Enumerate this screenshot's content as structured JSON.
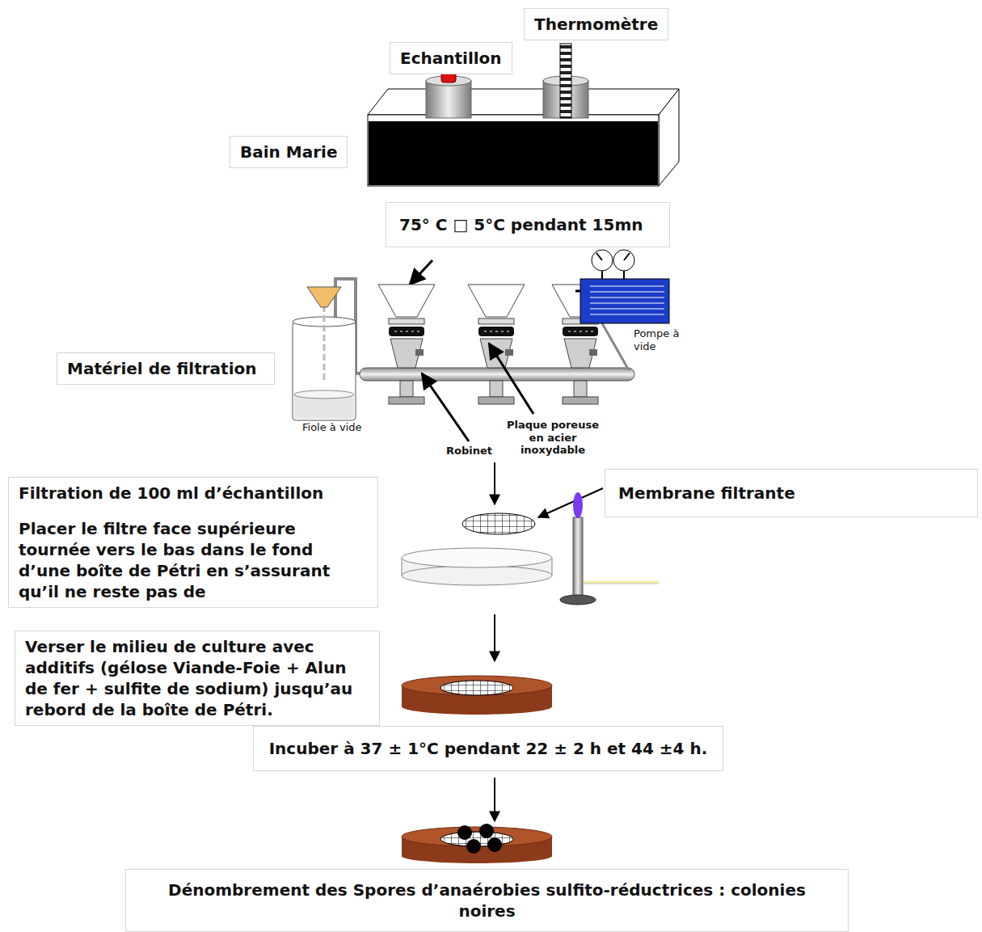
{
  "diagram": {
    "nodes": [
      {
        "text": [
          "Thermomètre"
        ]
      },
      {
        "text": [
          "Echantillon"
        ]
      },
      {
        "text": [
          "Bain Marie"
        ]
      },
      {
        "text": [
          "75° C □ 5°C pendant 15mn"
        ]
      },
      {
        "text": [
          "Matériel de filtration"
        ]
      },
      {
        "text": [
          "Filtration de 100 ml d’échantillon",
          "Placer le filtre face supérieure tournée vers le bas dans le fond d’une boîte de Pétri en s’assurant qu’il ne reste pas de"
        ]
      },
      {
        "text": [
          "Membrane filtrante"
        ]
      },
      {
        "text": [
          "Verser le milieu de culture avec additifs (gélose Viande-Foie + Alun de fer + sulfite de sodium) jusqu’au rebord de la boîte de Pétri."
        ]
      },
      {
        "text": [
          "Incuber à 37 ± 1°C pendant 22 ± 2 h et 44 ±4 h."
        ]
      },
      {
        "text": [
          "Dénombrement des Spores d’anaérobies sulfito-réductrices : colonies noires"
        ]
      }
    ],
    "labels": [
      "Fiole à vide",
      "Pompe à vide",
      "Robinet",
      "Plaque poreuse en acier inoxydable"
    ]
  }
}
